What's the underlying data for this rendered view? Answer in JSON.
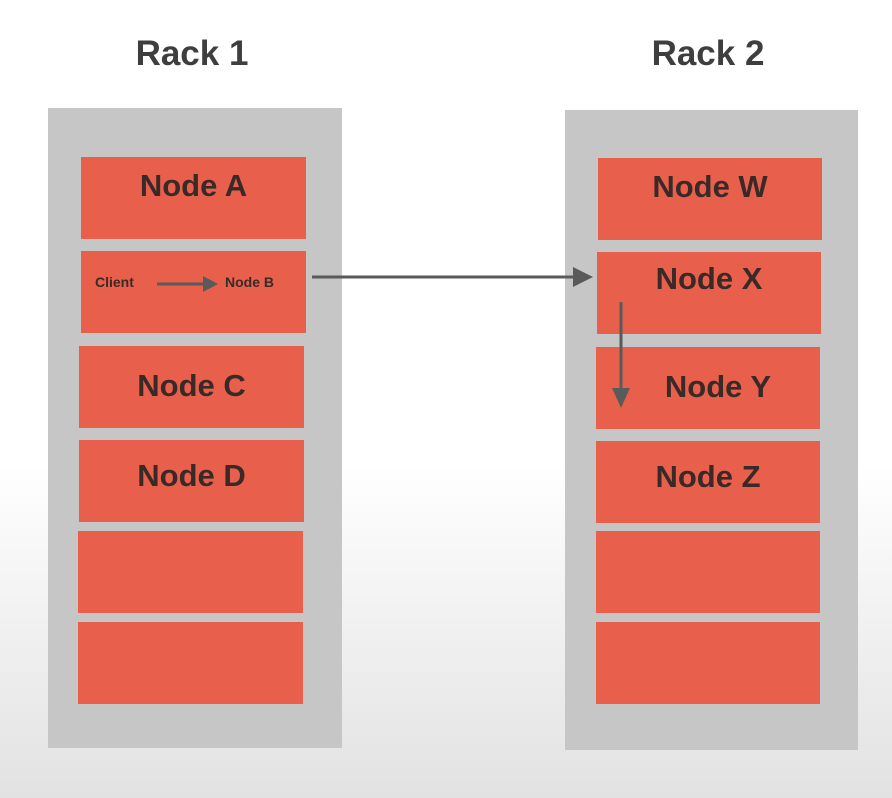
{
  "racks": [
    {
      "title": "Rack 1",
      "nodes": [
        "Node A",
        "Node B",
        "Node C",
        "Node D"
      ],
      "client_label": "Client"
    },
    {
      "title": "Rack 2",
      "nodes": [
        "Node W",
        "Node X",
        "Node Y",
        "Node Z"
      ]
    }
  ],
  "colors": {
    "rack": "#c6c6c6",
    "node": "#e8604c",
    "arrow": "#5a5a5a",
    "title_text": "#3e3e3e"
  }
}
